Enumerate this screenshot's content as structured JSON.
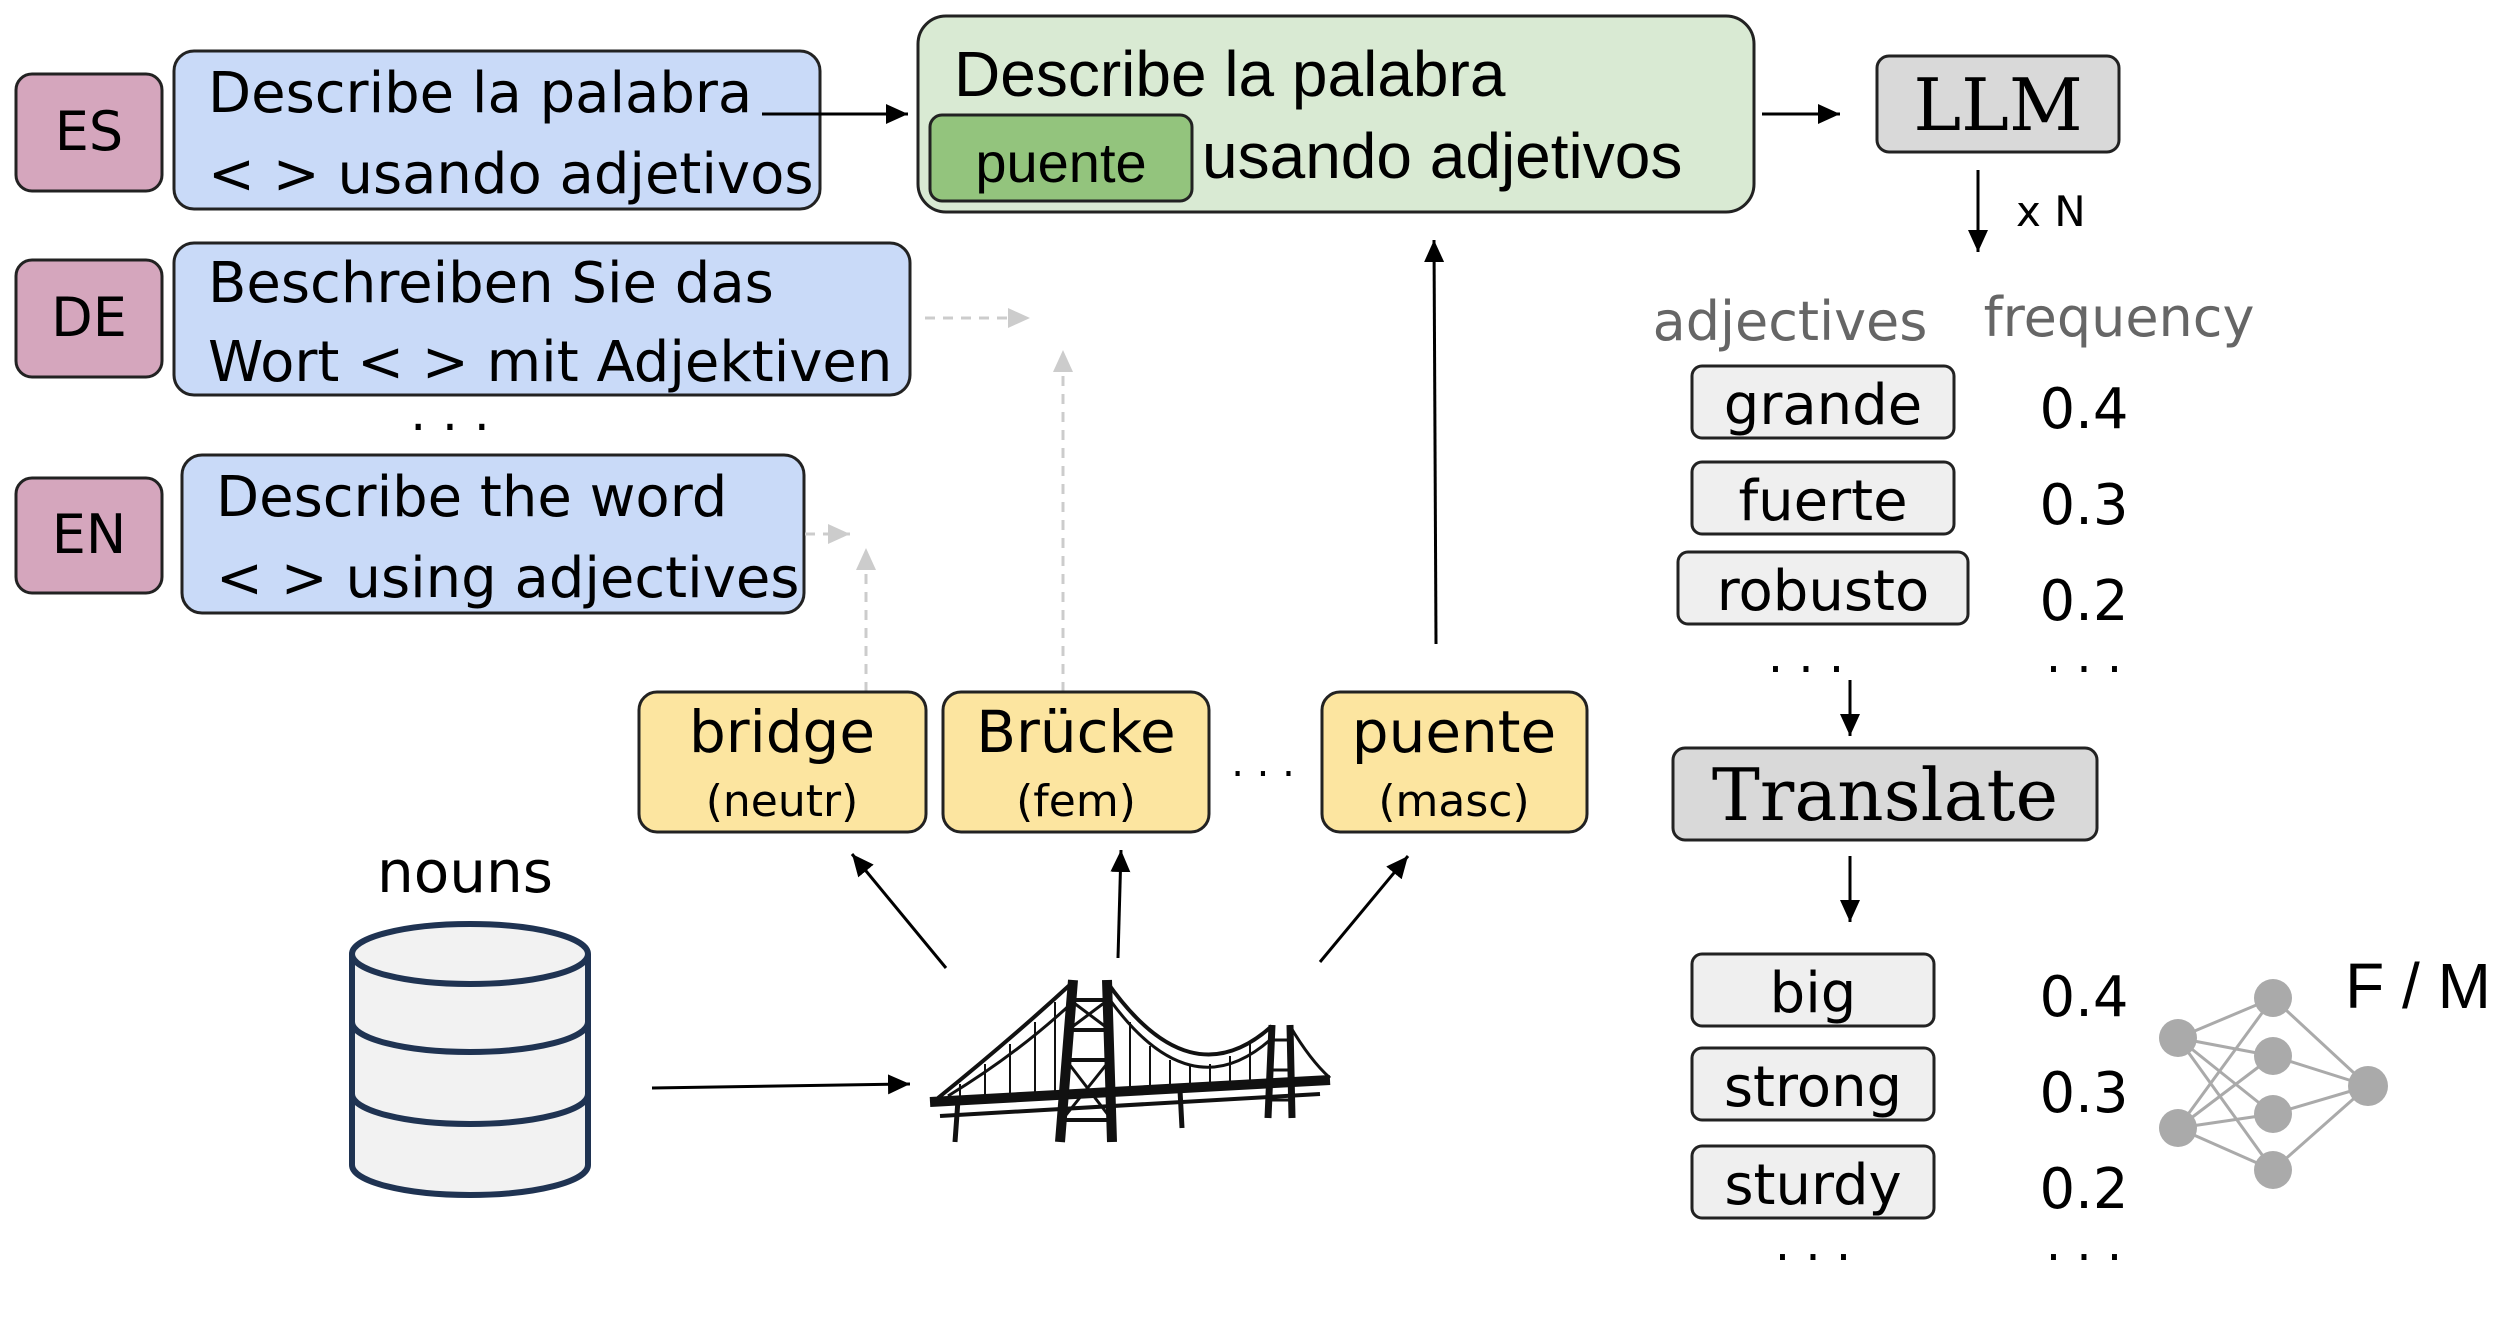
{
  "languages": [
    {
      "code": "ES",
      "prompt_line1": "Describe la palabra",
      "prompt_line2": "< > usando adjetivos"
    },
    {
      "code": "DE",
      "prompt_line1": "Beschreiben Sie das",
      "prompt_line2": "Wort < > mit Adjektiven"
    },
    {
      "code": "EN",
      "prompt_line1": "Describe the word",
      "prompt_line2": "< > using adjectives"
    }
  ],
  "lang_ellipsis": ". . .",
  "filled_prompt": {
    "line1": "Describe la palabra",
    "noun": "puente",
    "line2_rest": "usando adjetivos"
  },
  "llm_label": "LLM",
  "repeat_label": "x N",
  "nouns_label": "nouns",
  "noun_forms": [
    {
      "word": "bridge",
      "gender": "(neutr)"
    },
    {
      "word": "Brücke",
      "gender": "(fem)"
    },
    {
      "word": "puente",
      "gender": "(masc)"
    }
  ],
  "noun_ellipsis": ". . .",
  "table_headers": {
    "adjectives": "adjectives",
    "frequency": "frequency"
  },
  "adjectives_es": [
    {
      "word": "grande",
      "freq": "0.4"
    },
    {
      "word": "fuerte",
      "freq": "0.3"
    },
    {
      "word": "robusto",
      "freq": "0.2"
    }
  ],
  "translate_label": "Translate",
  "adjectives_en": [
    {
      "word": "big",
      "freq": "0.4"
    },
    {
      "word": "strong",
      "freq": "0.3"
    },
    {
      "word": "sturdy",
      "freq": "0.2"
    }
  ],
  "list_ellipsis": ". . .",
  "classifier_label": "F / M",
  "colors": {
    "lang_tag": "#d5a6bd",
    "prompt_box": "#c9daf8",
    "filled_prompt_box": "#d9ead3",
    "noun_highlight": "#93c47d",
    "noun_box": "#fce5a0",
    "gray_box": "#d9d9d9",
    "light_box": "#efefef",
    "db_outline": "#1f3352",
    "header_text": "#666666",
    "nn_node": "#aaaaaa"
  }
}
